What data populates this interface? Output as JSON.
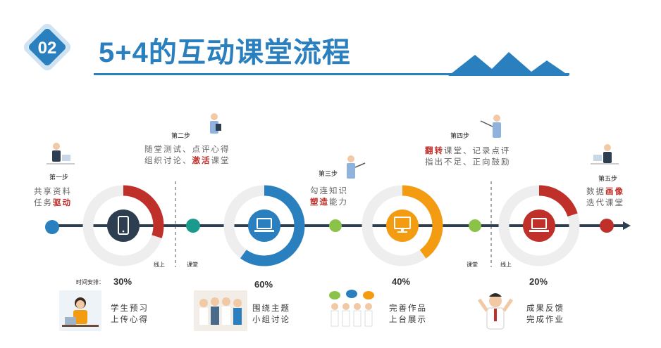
{
  "header": {
    "badge": "02",
    "title": "5+4的互动课堂流程"
  },
  "steps": [
    {
      "label": "第一步",
      "line1": "共享资料",
      "line2_pre": "任务",
      "line2_hl": "驱动",
      "line2_post": ""
    },
    {
      "label": "第二步",
      "line1": "随堂测试、点评心得",
      "line2_pre": "组织讨论、",
      "line2_hl": "激活",
      "line2_post": "课堂"
    },
    {
      "label": "第三步",
      "line1": "勾连知识",
      "line2_pre": "",
      "line2_hl": "塑造",
      "line2_post": "能力"
    },
    {
      "label": "第四步",
      "line1_hl": "翻转",
      "line1_post": "课堂、记录点评",
      "line2": "指出不足、正向鼓励"
    },
    {
      "label": "第五步",
      "line1_pre": "数据",
      "line1_hl": "画像",
      "line2": "迭代课堂"
    }
  ],
  "rings": [
    {
      "icon": "phone-icon",
      "percent": 30,
      "pct_label": "30%",
      "color": "#c0302a",
      "center": "#2c3e50"
    },
    {
      "icon": "laptop-icon",
      "percent": 60,
      "pct_label": "60%",
      "color": "#2a7fbe",
      "center": "#2a7fbe"
    },
    {
      "icon": "monitor-icon",
      "percent": 40,
      "pct_label": "40%",
      "color": "#f39c12",
      "center": "#f39c12"
    },
    {
      "icon": "laptop-icon",
      "percent": 20,
      "pct_label": "20%",
      "color": "#c0302a",
      "center": "#c0302a"
    }
  ],
  "timeline_dots": [
    "#2a7fbe",
    "#1a9a8a",
    "#8bc34a",
    "#8bc34a",
    "#c0302a"
  ],
  "dividers": {
    "online_1": "线上",
    "class_1": "课堂",
    "class_2": "课堂",
    "online_2": "线上"
  },
  "time_label": "时间安排：",
  "captions": [
    {
      "line1": "学生预习",
      "line2": "上传心得"
    },
    {
      "line1": "围绕主题",
      "line2": "小组讨论"
    },
    {
      "line1": "完善作品",
      "line2": "上台展示"
    },
    {
      "line1": "成果反馈",
      "line2": "完成作业"
    }
  ],
  "colors": {
    "blue": "#2a7fbe",
    "red": "#c0302a",
    "orange": "#f39c12",
    "navy": "#2c3e50",
    "ring_track": "#eeeeee"
  }
}
